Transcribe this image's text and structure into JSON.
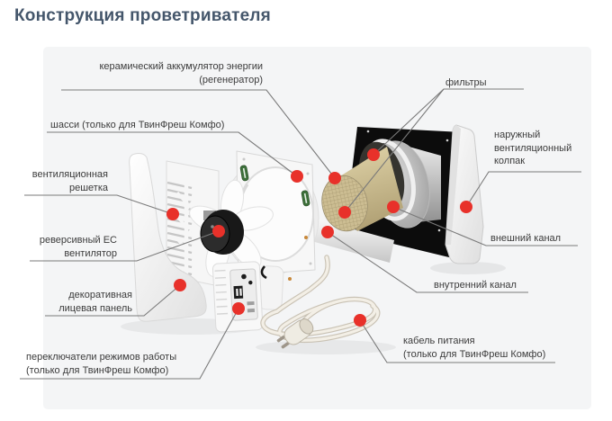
{
  "page": {
    "title": "Конструкция проветривателя"
  },
  "colors": {
    "title_text": "#44566b",
    "panel_background": "#f4f5f6",
    "label_text": "#3b3b3b",
    "leader_line": "#7a7a7a",
    "marker_red": "#e8312a",
    "regenerator_tan": "#ccbd92"
  },
  "diagram": {
    "labels": {
      "regenerator": "керамический аккумулятор энергии\n(регенератор)",
      "chassis": "шасси (только для ТвинФреш Комфо)",
      "filters": "фильтры",
      "outer_hood": "наружный\nвентиляционный\nколпак",
      "outer_channel": "внешний канал",
      "inner_channel": "внутренний канал",
      "grille": "вентиляционная\nрешетка",
      "fan": "реверсивный ЕС\nвентилятор",
      "front_panel": "декоративная\nлицевая панель",
      "mode_switches": "переключатели режимов работы\n(только для ТвинФреш Комфо)",
      "power_cable": "кабель питания\n(только для ТвинФреш Комфо)"
    }
  }
}
